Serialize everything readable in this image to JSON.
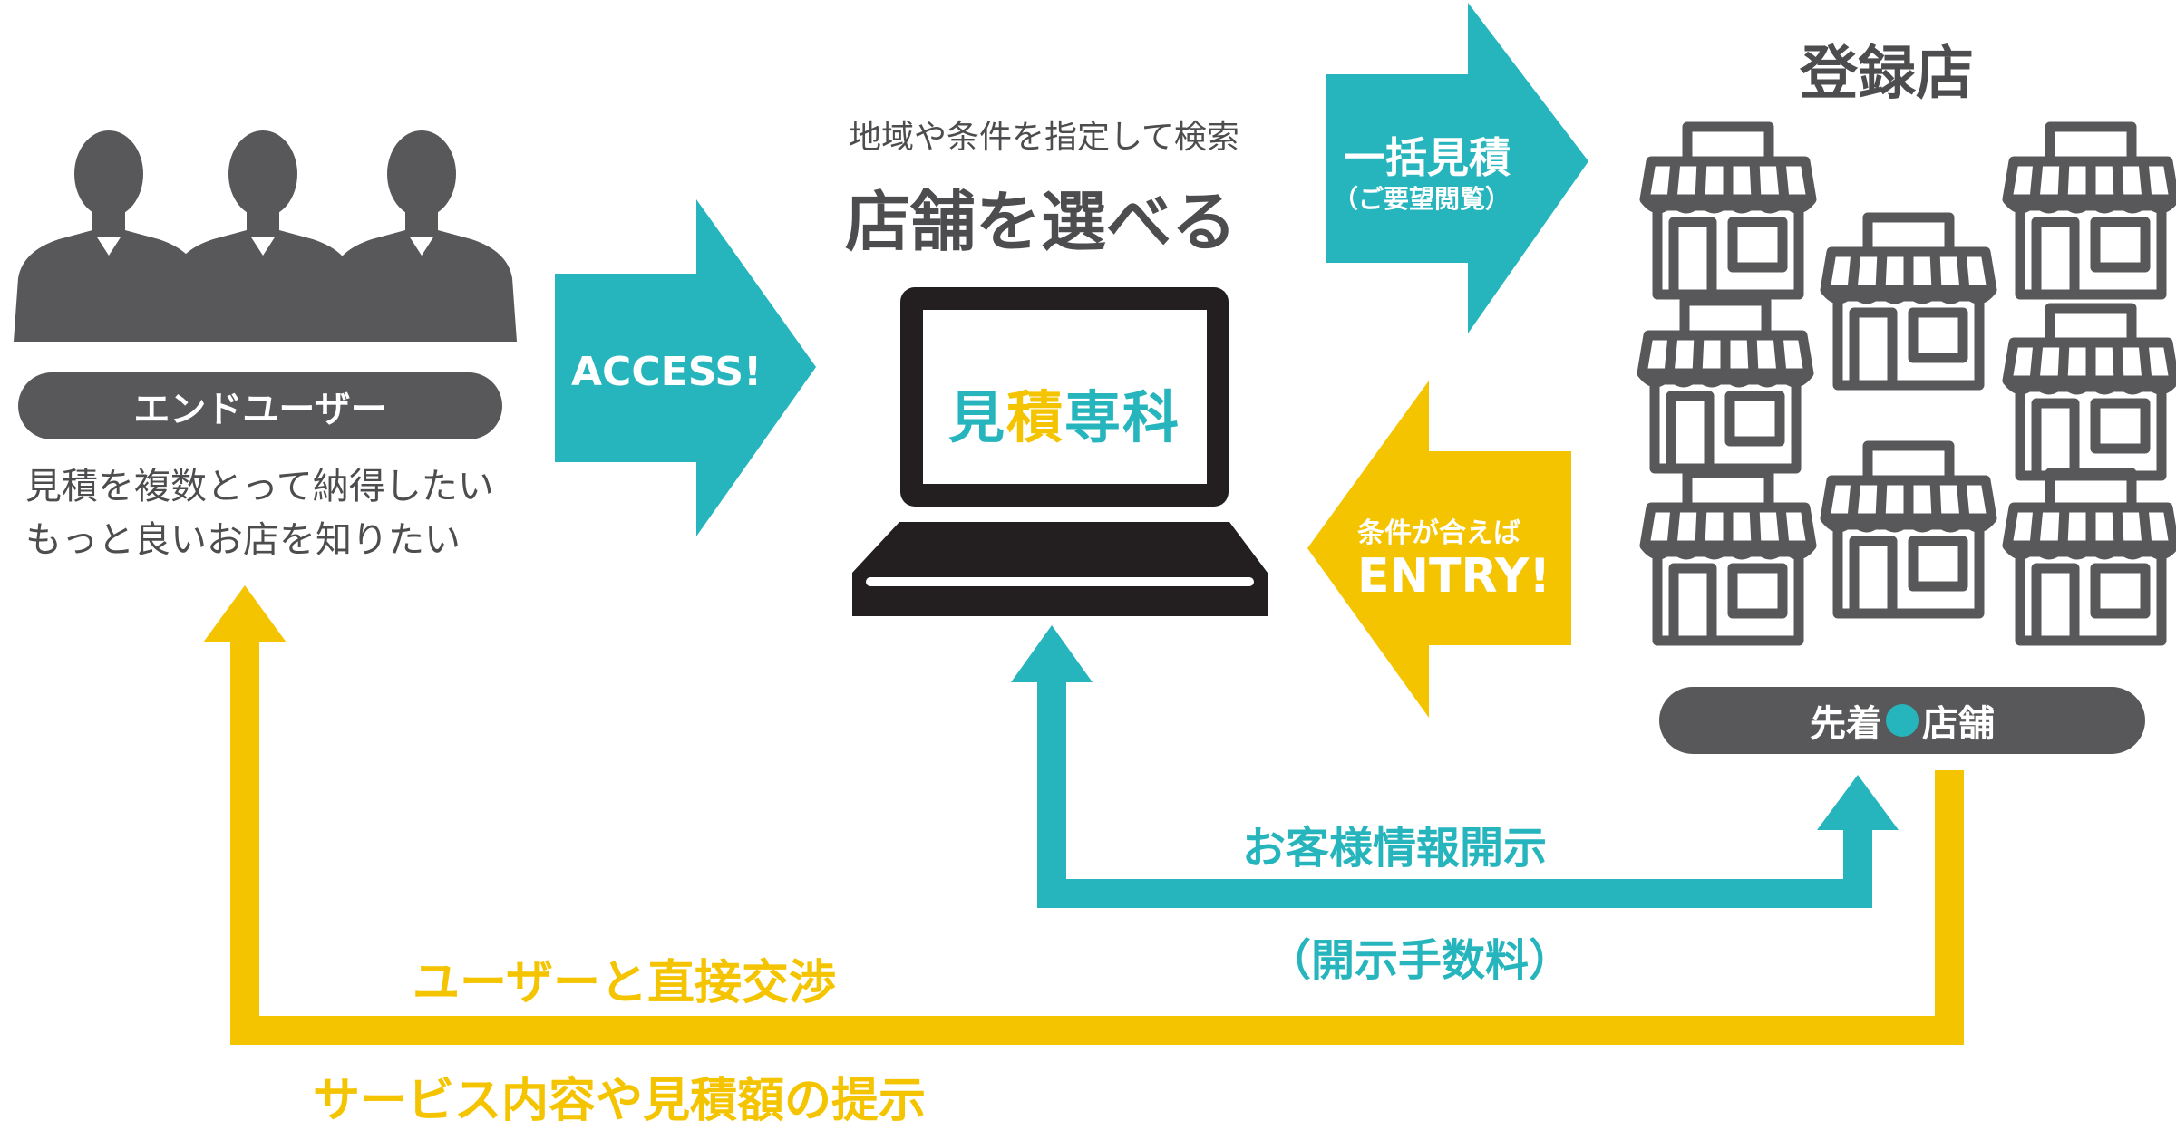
{
  "colors": {
    "teal": "#26b5bd",
    "yellow": "#f5c400",
    "gray": "#58585a",
    "dark": "#231f20",
    "text": "#4d4d4f",
    "white": "#ffffff"
  },
  "end_user": {
    "label": "エンドユーザー",
    "line1": "見積を複数とって納得したい",
    "line2": "もっと良いお店を知りたい"
  },
  "access_label": "ACCESS!",
  "search": {
    "subtitle": "地域や条件を指定して検索",
    "title": "店舗を選べる"
  },
  "laptop_brand": {
    "char1": "見",
    "char2": "積",
    "char3": "専",
    "char4": "科"
  },
  "quote_arrow": {
    "line1": "一括見積",
    "line2": "（ご要望閲覧）"
  },
  "entry_arrow": {
    "line1": "条件が合えば",
    "line2": "ENTRY!"
  },
  "stores": {
    "title": "登録店",
    "first_come_prefix": "先着",
    "first_come_suffix": "店舗"
  },
  "disclosure": {
    "line1": "お客様情報開示",
    "line2": "（開示手数料）"
  },
  "direct": {
    "line1": "ユーザーと直接交渉",
    "line2": "サービス内容や見積額の提示"
  }
}
